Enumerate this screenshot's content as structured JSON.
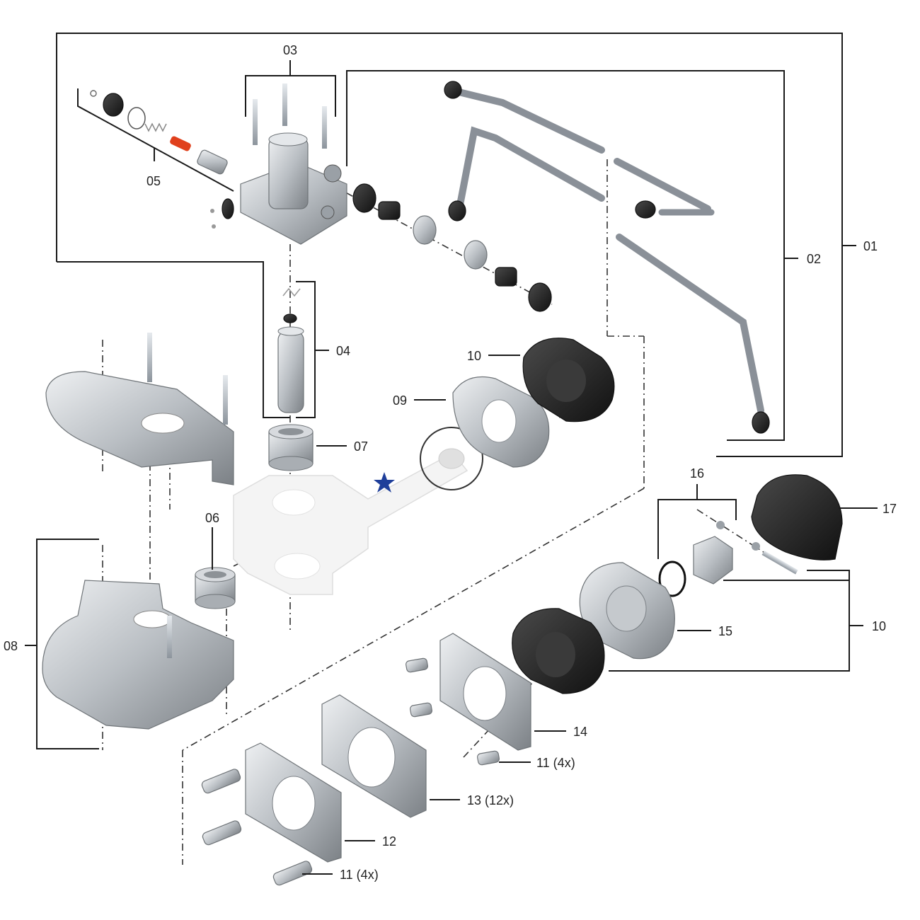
{
  "labels": {
    "l01": "01",
    "l02": "02",
    "l03": "03",
    "l04": "04",
    "l05": "05",
    "l06": "06",
    "l07": "07",
    "l08": "08",
    "l09": "09",
    "l10_top": "10",
    "l10_right": "10",
    "l11_mid": "11 (4x)",
    "l11_bottom": "11 (4x)",
    "l12": "12",
    "l13": "13 (12x)",
    "l14": "14",
    "l15": "15",
    "l16": "16",
    "l17": "17"
  },
  "colors": {
    "metal_light": "#d9dcdf",
    "metal_mid": "#a9aeb3",
    "metal_dark": "#6f7478",
    "rubber": "#2a2a2a",
    "highlight_part": "#f2f2f2",
    "accent_pin": "#e0401c",
    "star": "#1f3f9a"
  },
  "icons": {
    "marker": "star-icon"
  }
}
